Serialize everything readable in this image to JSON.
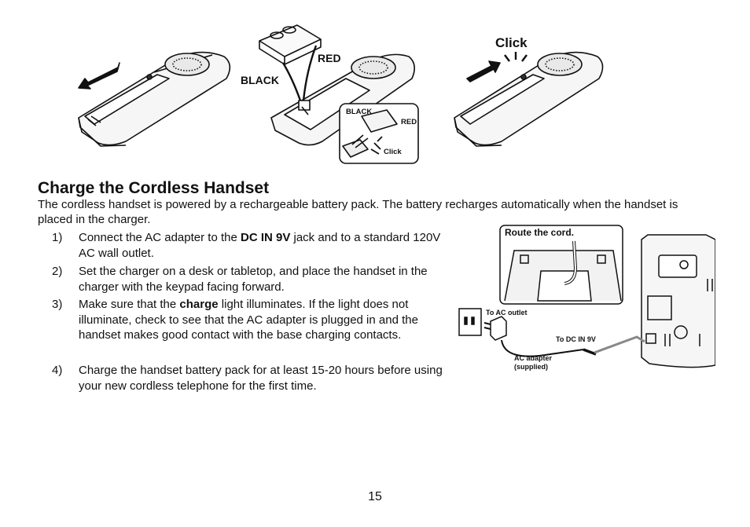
{
  "illustration_top": {
    "label_red": "RED",
    "label_black": "BLACK",
    "label_black_small": "BLACK",
    "label_red_small": "RED",
    "label_click_small": "Click",
    "label_click": "Click"
  },
  "section": {
    "title": "Charge the Cordless Handset",
    "intro": "The cordless handset is powered by a rechargeable battery pack. The battery recharges automatically when the handset is placed in the charger."
  },
  "steps": [
    {
      "number": "1)",
      "before": "Connect the AC adapter to the ",
      "bold": "DC IN 9V",
      "after": " jack and to a standard 120V AC wall outlet."
    },
    {
      "number": "2)",
      "before": "Set the charger on a desk or tabletop, and place the handset in the charger with the keypad facing forward.",
      "bold": "",
      "after": ""
    },
    {
      "number": "3)",
      "before": "Make sure that the ",
      "bold": "charge",
      "after": " light illuminates. If the light does not illuminate, check to see that the AC adapter is plugged in and the handset makes good contact with the base charging contacts."
    },
    {
      "number": "4)",
      "before": "Charge the handset battery pack for at least 15-20 hours before using your new cordless telephone for the first time.",
      "bold": "",
      "after": ""
    }
  ],
  "charger_diagram": {
    "route_label": "Route the cord.",
    "to_ac_outlet": "To AC outlet",
    "to_dc_in": "To DC IN 9V",
    "adapter_line1": "AC adapter",
    "adapter_line2": "(supplied)"
  },
  "page_number": "15"
}
